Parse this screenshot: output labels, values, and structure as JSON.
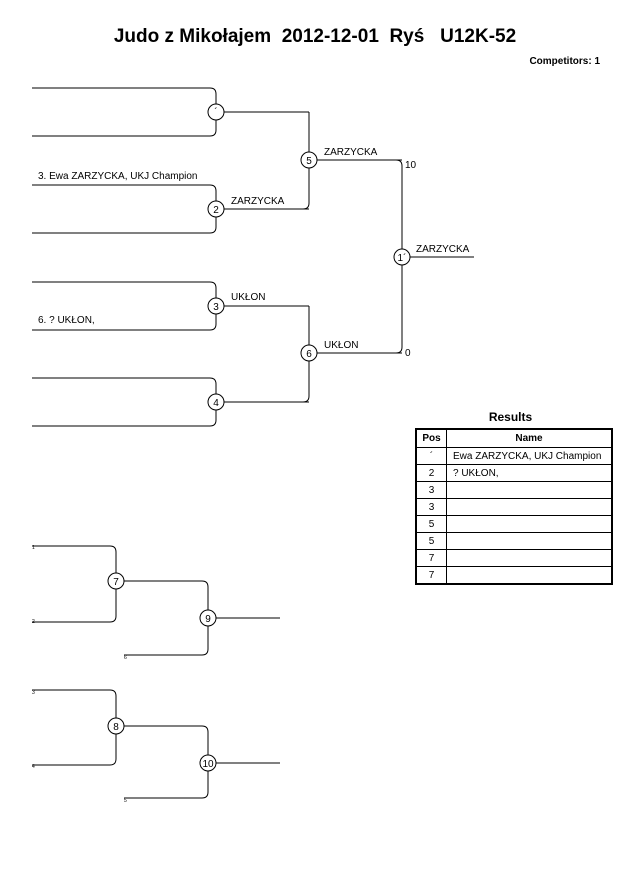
{
  "header": {
    "title": "Judo z Mikołajem  2012-12-01  Ryś   U12K-52",
    "competitors": "Competitors: 1"
  },
  "bracket": {
    "seeds": {
      "seed3": "3. Ewa ZARZYCKA, UKJ Champion",
      "seed6": "6. ? UKŁON,"
    },
    "match_numbers": [
      "´",
      "2",
      "3",
      "4",
      "5",
      "6",
      "1´",
      "7",
      "8",
      "9",
      "10"
    ],
    "winners": {
      "m2": "ZARZYCKA",
      "m3": "UKŁON",
      "m5": "ZARZYCKA",
      "m6": "UKŁON",
      "final": "ZARZYCKA"
    },
    "scores": {
      "m5": "10",
      "m6": "0"
    },
    "repechage_marks": {
      "a1": "1",
      "a2": "2",
      "a3": "6",
      "b1": "3",
      "b2": "4",
      "b3": "5"
    }
  },
  "results": {
    "title": "Results",
    "headers": {
      "pos": "Pos",
      "name": "Name"
    },
    "rows": [
      {
        "pos": "´",
        "name": "Ewa ZARZYCKA, UKJ Champion"
      },
      {
        "pos": "2",
        "name": "? UKŁON,"
      },
      {
        "pos": "3",
        "name": ""
      },
      {
        "pos": "3",
        "name": ""
      },
      {
        "pos": "5",
        "name": ""
      },
      {
        "pos": "5",
        "name": ""
      },
      {
        "pos": "7",
        "name": ""
      },
      {
        "pos": "7",
        "name": ""
      }
    ]
  }
}
